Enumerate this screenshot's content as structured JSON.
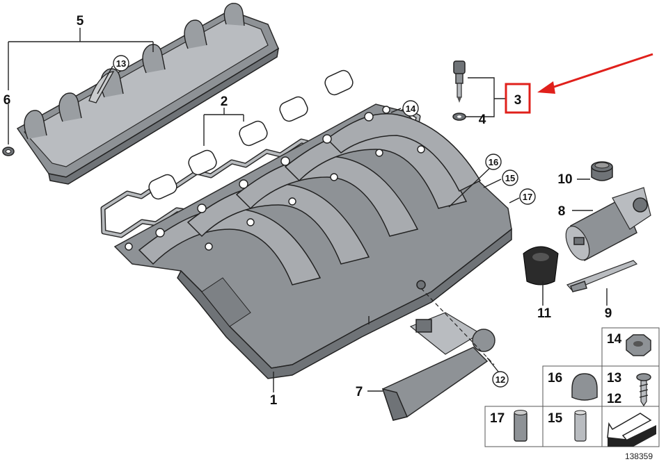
{
  "diagram": {
    "callouts": {
      "c1": "1",
      "c2": "2",
      "c3": "3",
      "c4": "4",
      "c5": "5",
      "c6": "6",
      "c7": "7",
      "c8": "8",
      "c9": "9",
      "c10": "10",
      "c11": "11",
      "c12": "12",
      "c13": "13",
      "c14": "14",
      "c15": "15",
      "c16": "16",
      "c17": "17"
    },
    "highlight_color": "#e0201b",
    "table": {
      "cell14": "14",
      "cell16": "16",
      "cell13": "13",
      "cell12": "12",
      "cell17": "17",
      "cell15": "15"
    },
    "reference_number": "138359"
  }
}
